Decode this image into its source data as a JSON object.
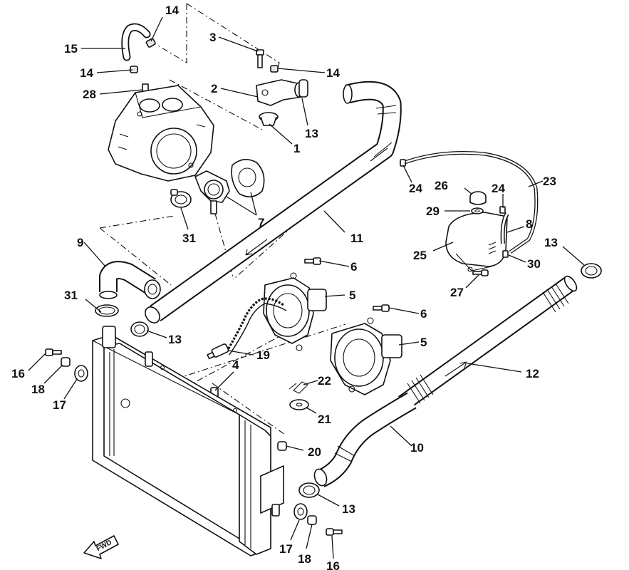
{
  "callouts": {
    "c1": "1",
    "c2": "2",
    "c3": "3",
    "c4": "4",
    "c5a": "5",
    "c5b": "5",
    "c6a": "6",
    "c6b": "6",
    "c7": "7",
    "c8": "8",
    "c9": "9",
    "c10": "10",
    "c11": "11",
    "c12": "12",
    "c13a": "13",
    "c13b": "13",
    "c13c": "13",
    "c13d": "13",
    "c14a": "14",
    "c14b": "14",
    "c14c": "14",
    "c15": "15",
    "c16a": "16",
    "c16b": "16",
    "c17a": "17",
    "c17b": "17",
    "c18a": "18",
    "c18b": "18",
    "c19": "19",
    "c20": "20",
    "c21": "21",
    "c22": "22",
    "c23": "23",
    "c24a": "24",
    "c24b": "24",
    "c25": "25",
    "c26": "26",
    "c27": "27",
    "c28": "28",
    "c29": "29",
    "c30": "30",
    "c31a": "31",
    "c31b": "31"
  },
  "direction_marker": {
    "label": "FWD",
    "icon": "forward-arrow-icon"
  },
  "colors": {
    "ink": "#111111",
    "paper": "#ffffff",
    "shade": "#e6e6e6"
  }
}
